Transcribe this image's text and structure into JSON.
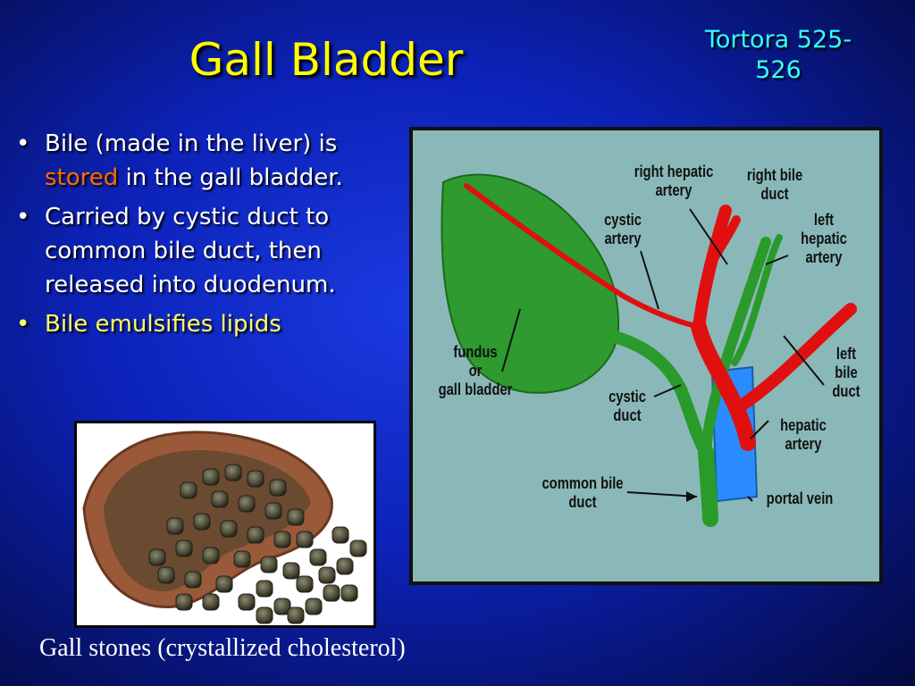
{
  "slide": {
    "title": "Gall Bladder",
    "reference_line1": "Tortora 525-",
    "reference_line2": "526"
  },
  "bullets": [
    {
      "pre": "Bile (made in the liver) is ",
      "highlight": "stored",
      "post": " in the gall bladder."
    },
    {
      "text": "Carried by cystic duct to common bile duct, then released into duodenum."
    },
    {
      "text": "Bile emulsifies lipids"
    }
  ],
  "photo": {
    "caption": "Gall stones (crystallized cholesterol)"
  },
  "diagram": {
    "labels": {
      "right_hepatic_artery": [
        "right hepatic",
        "artery"
      ],
      "right_bile_duct": [
        "right bile",
        "duct"
      ],
      "cystic_artery": [
        "cystic",
        "artery"
      ],
      "left_hepatic_artery": [
        "left",
        "hepatic",
        "artery"
      ],
      "fundus": [
        "fundus",
        "or",
        "gall bladder"
      ],
      "left_bile_duct": [
        "left",
        "bile",
        "duct"
      ],
      "cystic_duct": [
        "cystic",
        "duct"
      ],
      "hepatic_artery": [
        "hepatic",
        "artery"
      ],
      "common_bile_duct": [
        "common bile",
        "duct"
      ],
      "portal_vein": [
        "portal vein"
      ]
    }
  },
  "colors": {
    "title": "#ffff00",
    "reference": "#33ffff",
    "highlight": "#ff6a00",
    "bullet3": "#ffff66",
    "artery": "#e01010",
    "duct": "#2a9a2a",
    "vein": "#2a8cff"
  }
}
